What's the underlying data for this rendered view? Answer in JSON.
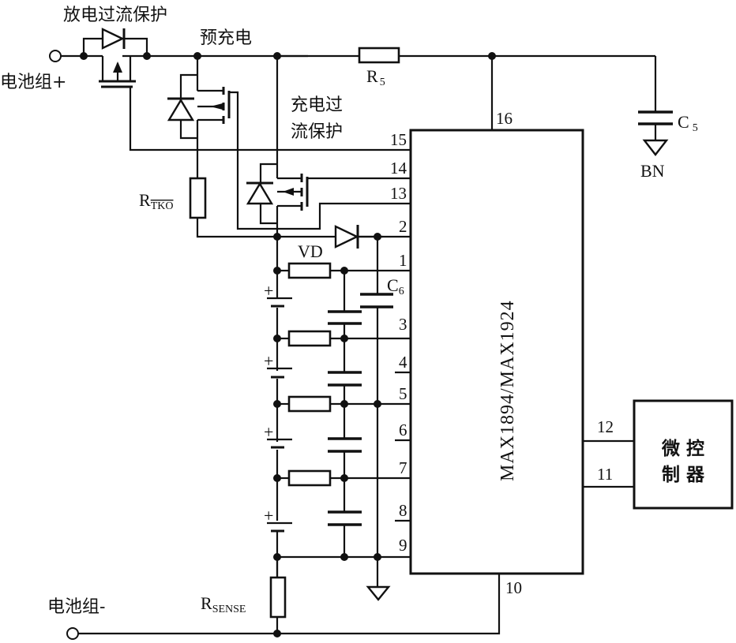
{
  "labels": {
    "discharge_protection": "放电过流保护",
    "precharge": "预充电",
    "battery_pos": "电池组+",
    "battery_neg": "电池组-",
    "charge_protection_line1": "充电过",
    "charge_protection_line2": "流保护",
    "r5": "R",
    "r5_sub": "5",
    "c5": "C",
    "c5_sub": "5",
    "bn": "BN",
    "rtko": "R",
    "rtko_sub": "TKO",
    "vd": "VD",
    "c6": "C",
    "c6_sub": "6",
    "rsense": "R",
    "rsense_sub": "SENSE",
    "chip_name": "MAX1894/MAX1924",
    "mcu_line1": "微 控",
    "mcu_line2": "制 器",
    "plus": "+"
  },
  "pins": {
    "p16": "16",
    "p15": "15",
    "p14": "14",
    "p13": "13",
    "p2": "2",
    "p1": "1",
    "p3": "3",
    "p4": "4",
    "p5": "5",
    "p6": "6",
    "p7": "7",
    "p8": "8",
    "p9": "9",
    "p10": "10",
    "p12": "12",
    "p11": "11"
  }
}
